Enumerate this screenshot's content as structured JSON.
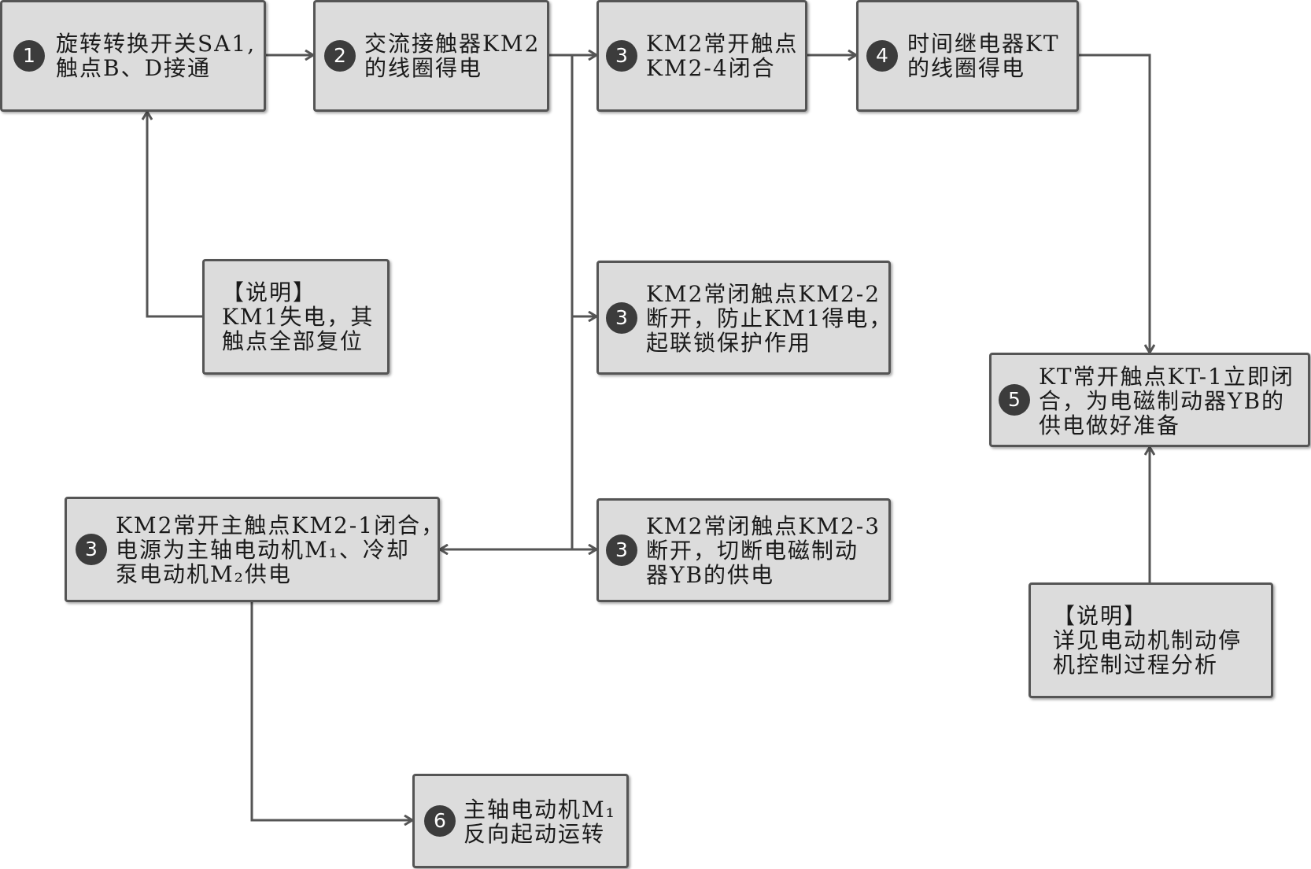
{
  "colors": {
    "box_fill": "#dcdcdc",
    "box_border": "#555555",
    "badge_fill": "#3c3c3c",
    "line": "#555555"
  },
  "steps": {
    "s1": {
      "badge": "1",
      "lines": [
        "旋转转换开关SA1,",
        "触点B、D接通"
      ]
    },
    "s2": {
      "badge": "2",
      "lines": [
        "交流接触器KM2",
        "的线圈得电"
      ]
    },
    "s3a": {
      "badge": "3",
      "lines": [
        "KM2常开触点",
        "KM2-4闭合"
      ]
    },
    "s4": {
      "badge": "4",
      "lines": [
        "时间继电器KT",
        "的线圈得电"
      ]
    },
    "s3b": {
      "badge": "3",
      "lines": [
        "KM2常闭触点KM2-2",
        "断开，防止KM1得电，",
        "起联锁保护作用"
      ]
    },
    "s5": {
      "badge": "5",
      "lines": [
        "KT常开触点KT-1立即闭",
        "合，为电磁制动器YB的",
        "供电做好准备"
      ]
    },
    "s3c": {
      "badge": "3",
      "lines": [
        "KM2常开主触点KM2-1闭合，",
        "电源为主轴电动机M₁、冷却",
        "泵电动机M₂供电"
      ]
    },
    "s3d": {
      "badge": "3",
      "lines": [
        "KM2常闭触点KM2-3",
        "断开，切断电磁制动",
        "器YB的供电"
      ]
    },
    "s6": {
      "badge": "6",
      "lines": [
        "主轴电动机M₁",
        "反向起动运转"
      ]
    }
  },
  "notes": {
    "n1": {
      "lines": [
        "【说明】",
        "KM1失电，其",
        "触点全部复位"
      ]
    },
    "n2": {
      "lines": [
        "【说明】",
        "详见电动机制动停",
        "机控制过程分析"
      ]
    }
  }
}
